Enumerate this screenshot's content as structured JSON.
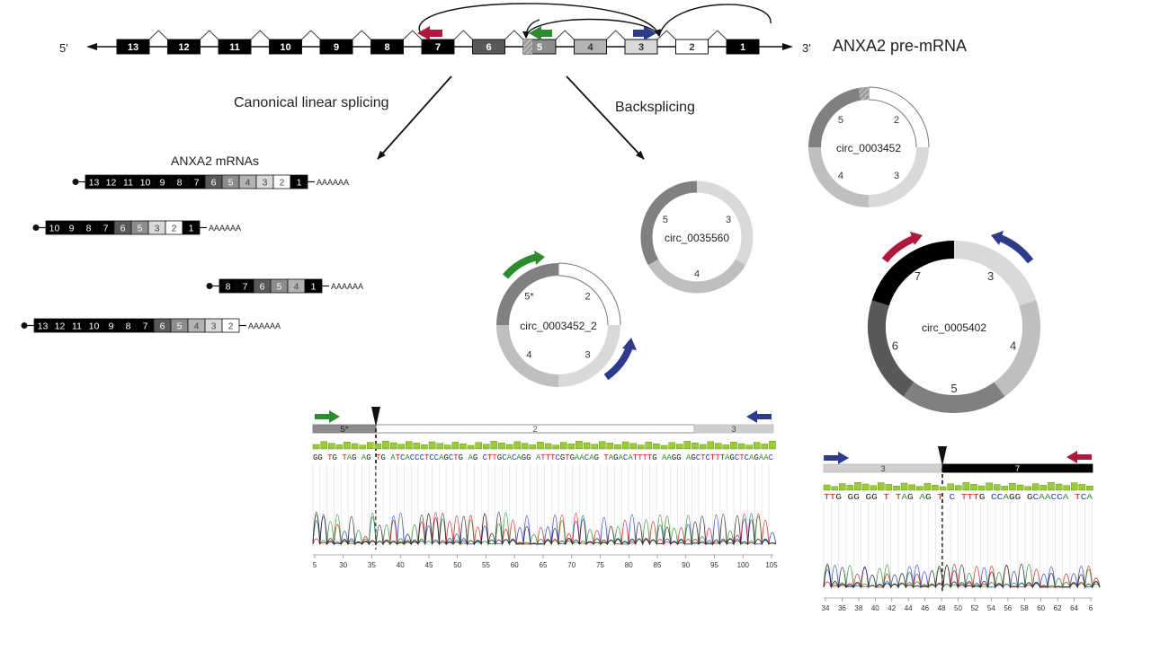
{
  "pre_mrna": {
    "title": "ANXA2 pre-mRNA",
    "five_prime": "5'",
    "three_prime": "3'",
    "exons": [
      {
        "label": "13",
        "fill": "#000000",
        "text": "#ffffff"
      },
      {
        "label": "12",
        "fill": "#000000",
        "text": "#ffffff"
      },
      {
        "label": "11",
        "fill": "#000000",
        "text": "#ffffff"
      },
      {
        "label": "10",
        "fill": "#000000",
        "text": "#ffffff"
      },
      {
        "label": "9",
        "fill": "#000000",
        "text": "#ffffff"
      },
      {
        "label": "8",
        "fill": "#000000",
        "text": "#ffffff"
      },
      {
        "label": "7",
        "fill": "#000000",
        "text": "#ffffff"
      },
      {
        "label": "6",
        "fill": "#595959",
        "text": "#ffffff"
      },
      {
        "label": "5",
        "fill": "#8c8c8c",
        "text": "#ffffff"
      },
      {
        "label": "4",
        "fill": "#b3b3b3",
        "text": "#333333"
      },
      {
        "label": "3",
        "fill": "#d9d9d9",
        "text": "#333333"
      },
      {
        "label": "2",
        "fill": "#ffffff",
        "text": "#333333"
      },
      {
        "label": "1",
        "fill": "#000000",
        "text": "#ffffff"
      }
    ]
  },
  "pathways": {
    "linear": "Canonical linear splicing",
    "back": "Backsplicing"
  },
  "mrnas": {
    "title": "ANXA2 mRNAs",
    "polya": "AAAAAA",
    "isoforms": [
      [
        "13",
        "12",
        "11",
        "10",
        "9",
        "8",
        "7",
        "6",
        "5",
        "4",
        "3",
        "2",
        "1"
      ],
      [
        "10",
        "9",
        "8",
        "7",
        "6",
        "5",
        "3",
        "2",
        "1"
      ],
      [
        "8",
        "7",
        "6",
        "5",
        "4",
        "1"
      ],
      [
        "13",
        "12",
        "11",
        "10",
        "9",
        "8",
        "7",
        "6",
        "5",
        "4",
        "3",
        "2"
      ]
    ]
  },
  "exon_colors": {
    "13": "#000000",
    "12": "#000000",
    "11": "#000000",
    "10": "#000000",
    "9": "#000000",
    "8": "#000000",
    "7": "#000000",
    "6": "#595959",
    "5": "#8c8c8c",
    "4": "#b3b3b3",
    "3": "#d9d9d9",
    "2": "#ffffff",
    "1": "#000000"
  },
  "circles": [
    {
      "name": "circ_0003452",
      "segments": [
        {
          "label": "2",
          "fill": "#ffffff"
        },
        {
          "label": "3",
          "fill": "#d9d9d9"
        },
        {
          "label": "4",
          "fill": "#bfbfbf"
        },
        {
          "label": "5",
          "fill": "#808080"
        }
      ]
    },
    {
      "name": "circ_0035560",
      "segments": [
        {
          "label": "3",
          "fill": "#d9d9d9"
        },
        {
          "label": "4",
          "fill": "#bfbfbf"
        },
        {
          "label": "5",
          "fill": "#808080"
        }
      ]
    },
    {
      "name": "circ_0003452_2",
      "segments": [
        {
          "label": "2",
          "fill": "#ffffff"
        },
        {
          "label": "3",
          "fill": "#d9d9d9"
        },
        {
          "label": "4",
          "fill": "#bfbfbf"
        },
        {
          "label": "5*",
          "fill": "#808080"
        }
      ]
    },
    {
      "name": "circ_0005402",
      "segments": [
        {
          "label": "3",
          "fill": "#d9d9d9"
        },
        {
          "label": "4",
          "fill": "#bfbfbf"
        },
        {
          "label": "5",
          "fill": "#808080"
        },
        {
          "label": "6",
          "fill": "#595959"
        },
        {
          "label": "7",
          "fill": "#000000"
        }
      ]
    }
  ],
  "primer_colors": {
    "red": "#b0183c",
    "green": "#2e8b2e",
    "blue": "#2e3a8c"
  },
  "chromatogram_left": {
    "segments": [
      "5*",
      "2",
      "3"
    ],
    "sequence": "GG TG TAG AG TG ATCACCCTCCAGCTG AG CTTGCACAGG ATTTCGTGAACAG TAGACATTTTG AAGG AGCTCTTTAGCTCAGAAC",
    "ticks": [
      "5",
      "30",
      "35",
      "40",
      "45",
      "50",
      "55",
      "60",
      "65",
      "70",
      "75",
      "80",
      "85",
      "90",
      "95",
      "100",
      "105"
    ]
  },
  "chromatogram_right": {
    "segments": [
      "3",
      "7"
    ],
    "sequence": "TTG GG GG T TAG AG T C TTTG CCAGG GCAACCA TCA",
    "ticks": [
      "34",
      "36",
      "38",
      "40",
      "42",
      "44",
      "46",
      "48",
      "50",
      "52",
      "54",
      "56",
      "58",
      "60",
      "62",
      "64",
      "6"
    ]
  }
}
